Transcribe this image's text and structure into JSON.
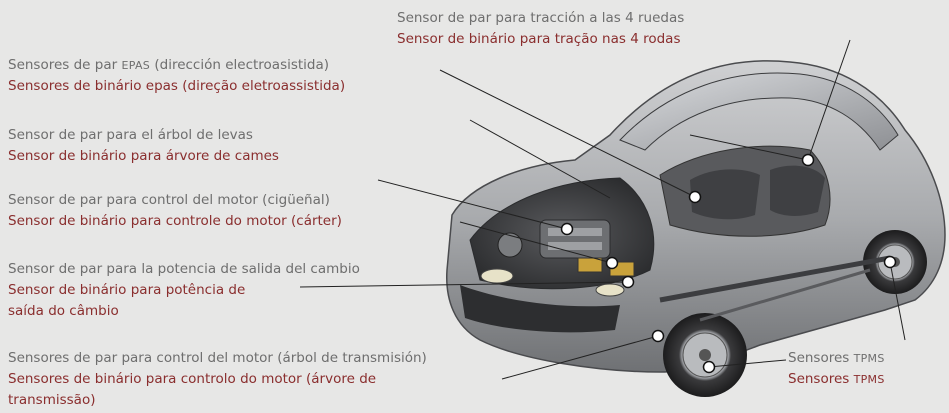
{
  "labels": {
    "4wd": {
      "es": "Sensor de par para tracción a las 4 ruedas",
      "pt": "Sensor de binário para tração nas 4 rodas"
    },
    "epas": {
      "es_prefix": "Sensores de par ",
      "es_acronym": "EPAS",
      "es_suffix": " (dirección electroasistida)",
      "pt": "Sensores de binário epas (direção eletroassistida)"
    },
    "camshaft": {
      "es": "Sensor de par para el árbol de levas",
      "pt": "Sensor de binário para árvore de cames"
    },
    "crankshaft": {
      "es": "Sensor de par para control del motor (cigüeñal)",
      "pt": "Sensor de binário para controle do motor (cárter)"
    },
    "gearbox": {
      "es": "Sensor de par para la potencia de salida del cambio",
      "pt_line1": "Sensor de binário para potência de",
      "pt_line2": "saída do câmbio"
    },
    "driveshaft": {
      "es": "Sensores de par para control del motor (árbol de transmisión)",
      "pt_line1": "Sensores de binário para controlo do motor (árvore de",
      "pt_line2": "transmissão)"
    },
    "tpms": {
      "es_prefix": "Sensores ",
      "es_acronym": "TPMS",
      "pt_prefix": "Sensores ",
      "pt_acronym": "TPMS"
    }
  },
  "colors": {
    "background": "#e7e7e6",
    "spanish_text": "#6e6e6e",
    "portuguese_text": "#8a2e2e",
    "leader_line": "#222222",
    "marker_fill": "#ffffff"
  }
}
